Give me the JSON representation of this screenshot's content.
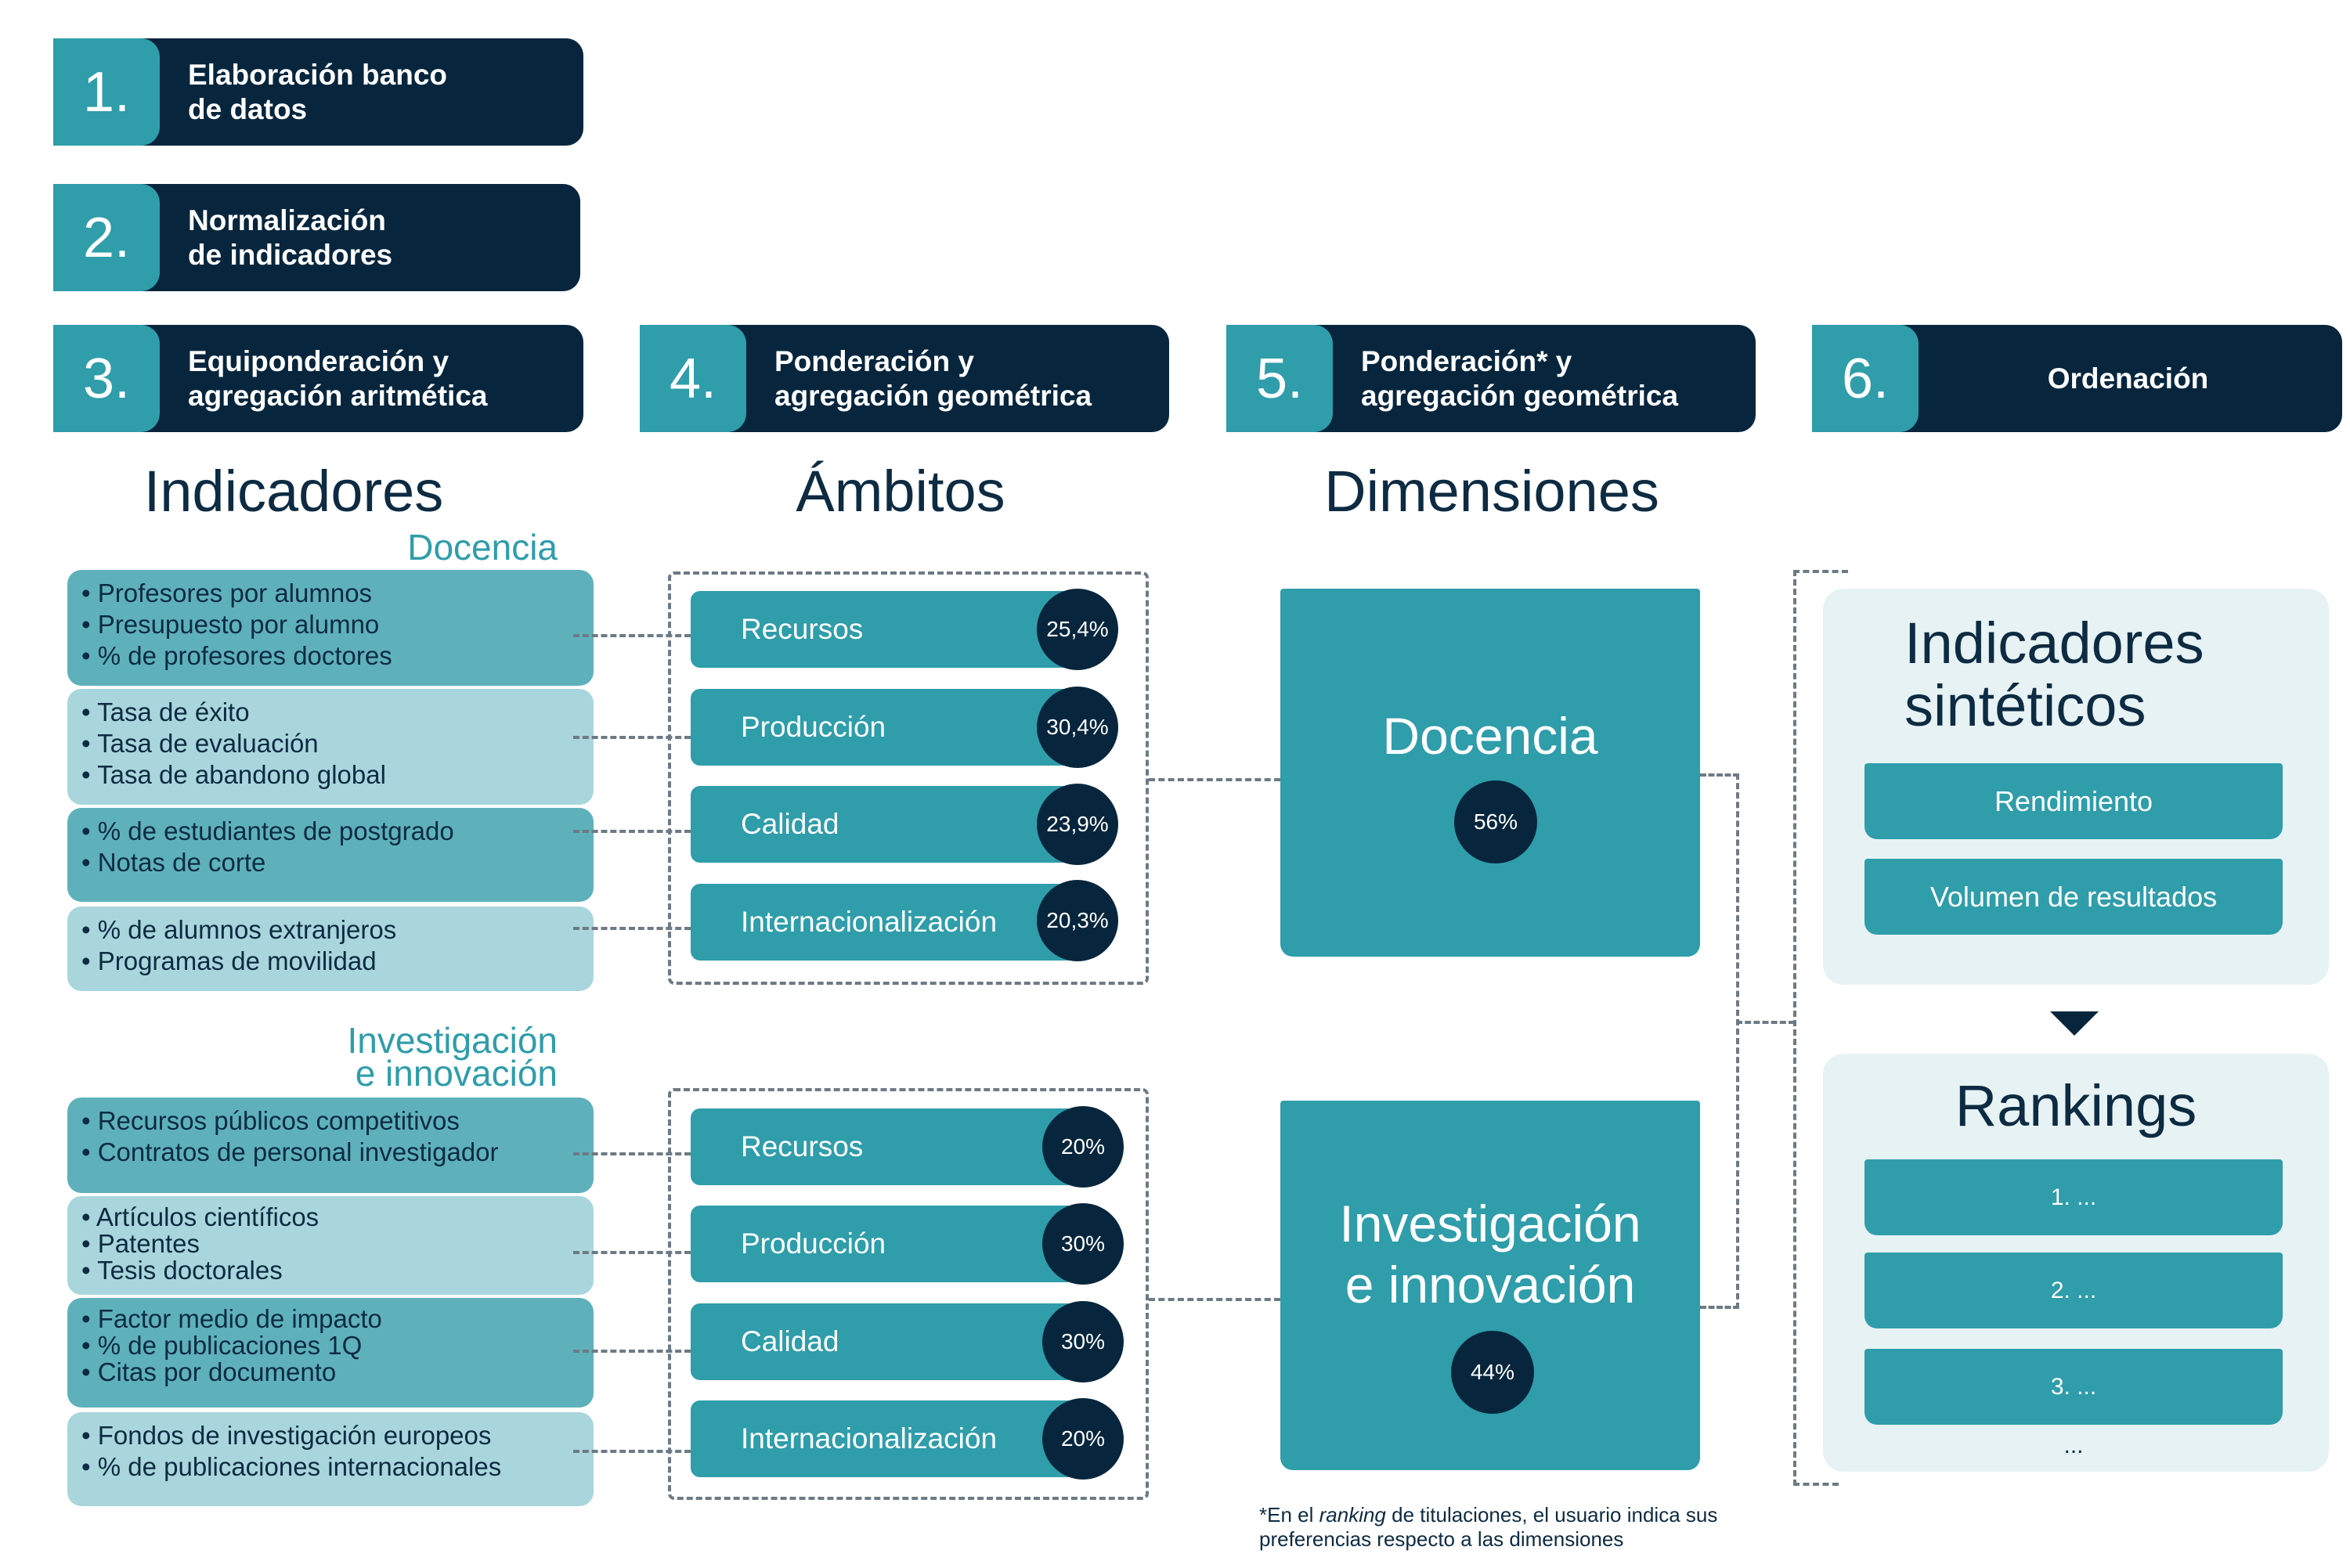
{
  "steps": [
    {
      "num": "1.",
      "text": "Elaboración banco\nde datos"
    },
    {
      "num": "2.",
      "text": "Normalización\nde indicadores"
    },
    {
      "num": "3.",
      "text": "Equiponderación y\nagregación aritmética"
    },
    {
      "num": "4.",
      "text": "Ponderación y\nagregación geométrica"
    },
    {
      "num": "5.",
      "text": "Ponderación* y\nagregación geométrica"
    },
    {
      "num": "6.",
      "text": "Ordenación"
    }
  ],
  "columns": {
    "indicadores": "Indicadores",
    "ambitos": "Ámbitos",
    "dimensiones": "Dimensiones"
  },
  "sections": {
    "docencia": "Docencia",
    "investigacion": "Investigación\ne innovación"
  },
  "indicator_groups": {
    "docencia": [
      [
        "• Profesores por alumnos",
        "• Presupuesto por alumno",
        "• % de profesores doctores"
      ],
      [
        "• Tasa de éxito",
        "• Tasa de evaluación",
        "• Tasa de abandono global"
      ],
      [
        "• % de estudiantes de postgrado",
        "• Notas de corte"
      ],
      [
        "• % de alumnos extranjeros",
        "• Programas de movilidad"
      ]
    ],
    "investigacion": [
      [
        "• Recursos públicos competitivos",
        "• Contratos de personal investigador"
      ],
      [
        "• Artículos científicos",
        "• Patentes",
        "• Tesis doctorales"
      ],
      [
        "• Factor medio de impacto",
        "• % de publicaciones 1Q",
        "• Citas por documento"
      ],
      [
        "• Fondos de investigación europeos",
        "• % de publicaciones internacionales"
      ]
    ]
  },
  "ambitos": {
    "docencia": [
      {
        "label": "Recursos",
        "weight": "25,4%"
      },
      {
        "label": "Producción",
        "weight": "30,4%"
      },
      {
        "label": "Calidad",
        "weight": "23,9%"
      },
      {
        "label": "Internacionalización",
        "weight": "20,3%"
      }
    ],
    "investigacion": [
      {
        "label": "Recursos",
        "weight": "20%"
      },
      {
        "label": "Producción",
        "weight": "30%"
      },
      {
        "label": "Calidad",
        "weight": "30%"
      },
      {
        "label": "Internacionalización",
        "weight": "20%"
      }
    ]
  },
  "dimensiones": [
    {
      "label": "Docencia",
      "weight": "56%"
    },
    {
      "label": "Investigación\ne innovación",
      "weight": "44%"
    }
  ],
  "sinteticos": {
    "title": "Indicadores\nsintéticos",
    "items": [
      "Rendimiento",
      "Volumen de resultados"
    ]
  },
  "rankings": {
    "title": "Rankings",
    "items": [
      "1.  ...",
      "2.  ...",
      "3.  ..."
    ],
    "more": "..."
  },
  "footnote": {
    "prefix": "*En el ",
    "italic": "ranking",
    "suffix": " de titulaciones, el usuario indica sus\npreferencias respecto a las dimensiones"
  },
  "colors": {
    "navy": "#07263d",
    "teal": "#2f9daa",
    "teal_mid": "#5eb1bb",
    "teal_light": "#a9d6dc",
    "panel": "#e7f2f4"
  }
}
